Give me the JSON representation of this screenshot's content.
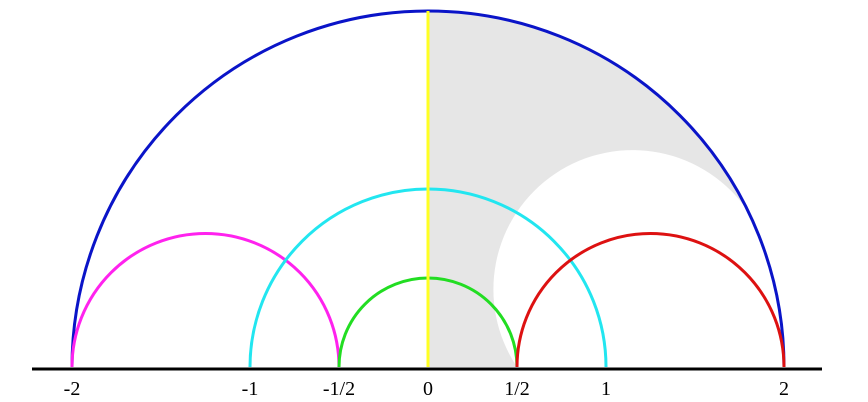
{
  "ticks": [
    {
      "label": "-2",
      "value": -2
    },
    {
      "label": "-1",
      "value": -1
    },
    {
      "label": "-1/2",
      "value": -0.5
    },
    {
      "label": "0",
      "value": 0
    },
    {
      "label": "1/2",
      "value": 0.5
    },
    {
      "label": "1",
      "value": 1
    },
    {
      "label": "2",
      "value": 2
    }
  ],
  "arcs": [
    {
      "name": "arc-blue",
      "center": 0,
      "radius": 2,
      "color": "#0a14c8"
    },
    {
      "name": "arc-magenta",
      "center": -1.25,
      "radius": 0.75,
      "color": "#ff22ee"
    },
    {
      "name": "arc-cyan",
      "center": 0,
      "radius": 1,
      "color": "#22e6f0"
    },
    {
      "name": "arc-green",
      "center": 0,
      "radius": 0.5,
      "color": "#22dd22"
    },
    {
      "name": "arc-red",
      "center": 1.25,
      "radius": 0.75,
      "color": "#dd1111"
    }
  ],
  "vertical_line": {
    "x": 0,
    "color": "#ffff22"
  },
  "shaded_region_color": "#e6e6e6",
  "axis_color": "#000000"
}
